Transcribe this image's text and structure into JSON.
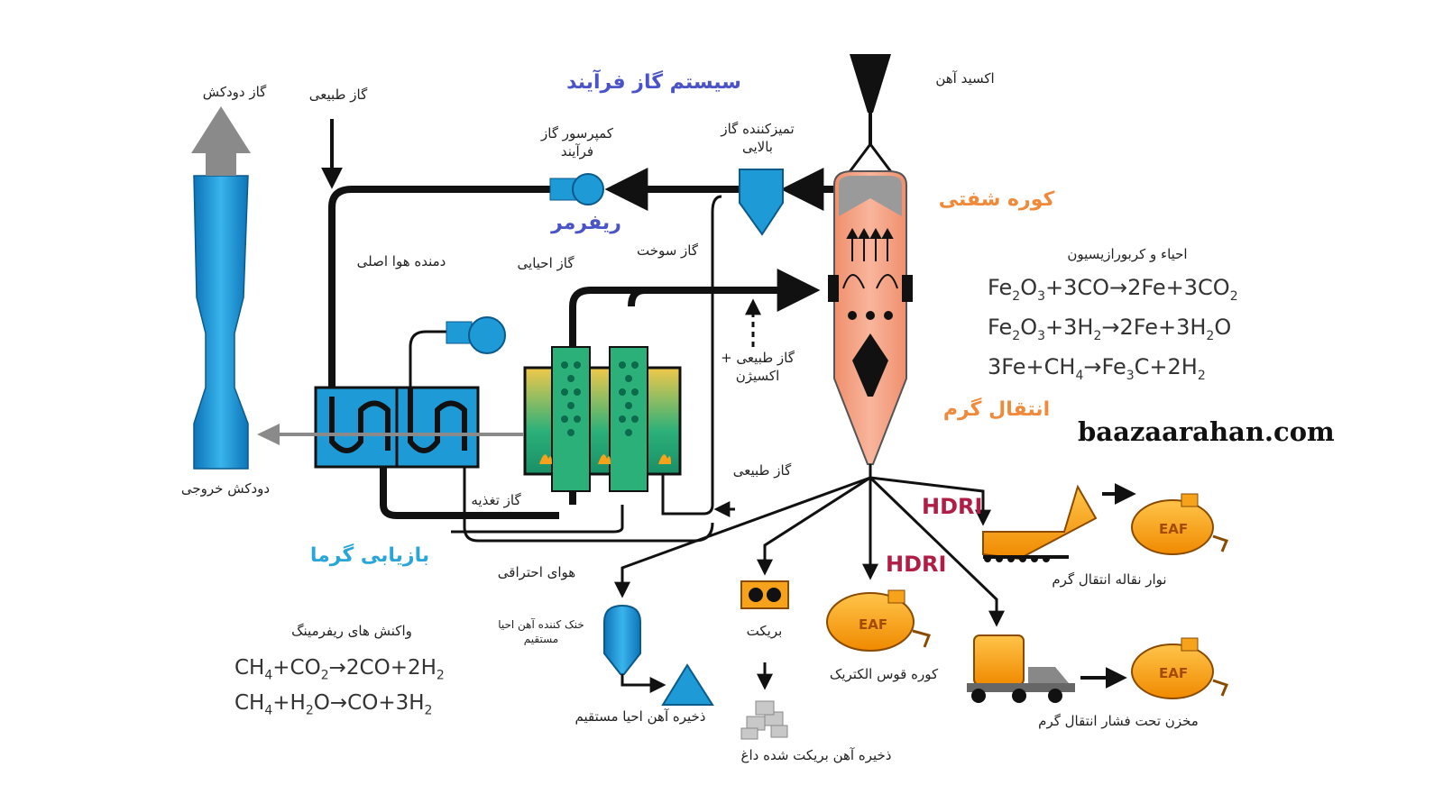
{
  "labels": {
    "flue_gas": "گاز دودکش",
    "natural_gas_top": "گاز طبیعی",
    "process_gas_system": "سیستم گاز فرآیند",
    "iron_oxide": "اکسید آهن",
    "process_gas_compressor": "کمپرسور گاز فرآیند",
    "top_gas_scrubber": "تمیزکننده گاز بالایی",
    "shaft_furnace": "کوره شفتی",
    "reformer": "ریفرمر",
    "fuel_gas": "گاز سوخت",
    "reducing_gas": "گاز احیایی",
    "main_air_blower": "دمنده هوا اصلی",
    "reduction_carburization": "احیاء و کربورازیسیون",
    "natural_gas_oxygen": "گاز طبیعی + اکسیژن",
    "heat_transfer": "انتقال گرم",
    "exhaust_stack": "دودکش خروجی",
    "feed_gas": "گاز تغذیه",
    "natural_gas_bottom": "گاز طبیعی",
    "heat_recovery": "بازیابی گرما",
    "combustion_air": "هوای احتراقی",
    "hdri_top": "HDRI",
    "hdri_mid": "HDRI",
    "hot_transfer_conveyor": "نوار نقاله انتقال گرم",
    "briquette": "بریکت",
    "dri_cooler": "خنک کننده آهن احیا مستقیم",
    "reforming_reactions": "واکنش های ریفرمینگ",
    "electric_arc_furnace": "کوره قوس الکتریک",
    "dri_storage": "ذخیره آهن احیا مستقیم",
    "hot_transport_vessel": "مخزن تحت فشار انتقال گرم",
    "hbi_storage": "ذخیره آهن بریکت شده داغ",
    "eaf": "EAF",
    "website": "baazaarahan.com"
  },
  "equations": {
    "reduction": [
      [
        {
          "t": "Fe"
        },
        {
          "s": "2"
        },
        {
          "t": "O"
        },
        {
          "s": "3"
        },
        {
          "t": "+3CO→2Fe+3CO"
        },
        {
          "s": "2"
        }
      ],
      [
        {
          "t": "Fe"
        },
        {
          "s": "2"
        },
        {
          "t": "O"
        },
        {
          "s": "3"
        },
        {
          "t": "+3H"
        },
        {
          "s": "2"
        },
        {
          "t": "→2Fe+3H"
        },
        {
          "s": "2"
        },
        {
          "t": "O"
        }
      ],
      [
        {
          "t": "3Fe+CH"
        },
        {
          "s": "4"
        },
        {
          "t": "→Fe"
        },
        {
          "s": "3"
        },
        {
          "t": "C+2H"
        },
        {
          "s": "2"
        }
      ]
    ],
    "reforming": [
      [
        {
          "t": "CH"
        },
        {
          "s": "4"
        },
        {
          "t": "+CO"
        },
        {
          "s": "2"
        },
        {
          "t": "→2CO+2H"
        },
        {
          "s": "2"
        }
      ],
      [
        {
          "t": "CH"
        },
        {
          "s": "4"
        },
        {
          "t": "+H"
        },
        {
          "s": "2"
        },
        {
          "t": "O→CO+3H"
        },
        {
          "s": "2"
        }
      ]
    ]
  },
  "colors": {
    "blue_equipment": "#1e9ad6",
    "furnace": "#f4a88a",
    "eaf_orange": "#f7a21b",
    "pipe": "#111111",
    "gray_arrow": "#8a8a8a",
    "header_blue": "#4a54c8",
    "header_orange": "#f08a3a",
    "header_cyan": "#29a6d9",
    "hdri_red": "#b01e46"
  }
}
